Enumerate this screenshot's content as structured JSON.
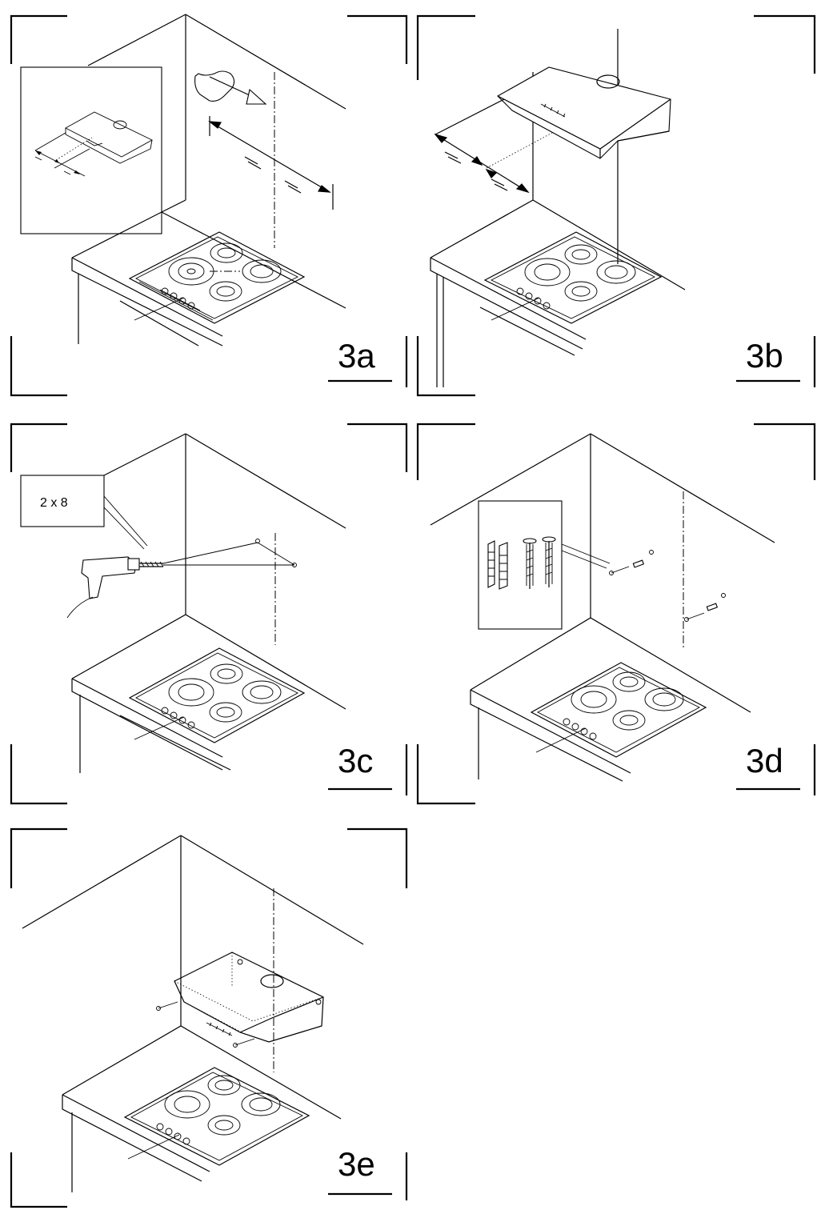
{
  "steps": [
    {
      "id": "3a",
      "label": "3a"
    },
    {
      "id": "3b",
      "label": "3b"
    },
    {
      "id": "3c",
      "label": "3c",
      "callout": "2 x 8"
    },
    {
      "id": "3d",
      "label": "3d"
    },
    {
      "id": "3e",
      "label": "3e"
    }
  ]
}
